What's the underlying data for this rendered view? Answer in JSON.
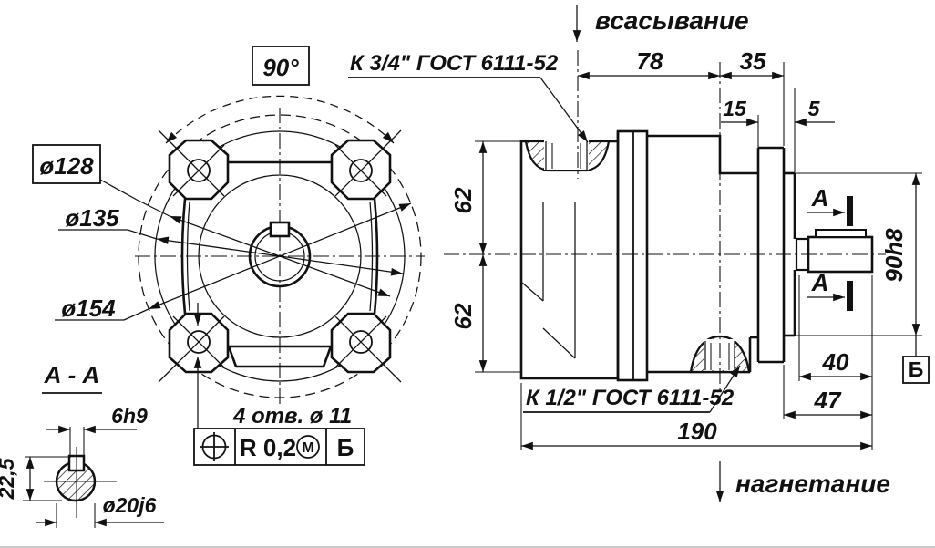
{
  "front_view": {
    "angle_dim": "90°",
    "dia_bolt_circle": "ø128",
    "dia_mid": "ø135",
    "dia_outer": "ø154",
    "holes_note": "4 отв. ø 11",
    "fcf": {
      "tolerance": "R 0,2",
      "modifier": "М",
      "datum": "Б"
    }
  },
  "section_aa": {
    "title": "А - А",
    "key_width": "6h9",
    "key_height": "22,5",
    "shaft_dia": "ø20j6"
  },
  "side_view": {
    "suction": "всасывание",
    "discharge": "нагнетание",
    "thread_top": "К 3/4\" ГОСТ 6111-52",
    "thread_bottom": "К 1/2\" ГОСТ 6111-52",
    "dims": {
      "length_78": "78",
      "length_35": "35",
      "length_15": "15",
      "length_5": "5",
      "height_62_top": "62",
      "height_62_bottom": "62",
      "spigot_dia": "90h8",
      "shaft_len_40": "40",
      "len_47": "47",
      "total_190": "190"
    },
    "section_mark_top": "А",
    "section_mark_bottom": "А",
    "datum_flag": "Б"
  }
}
